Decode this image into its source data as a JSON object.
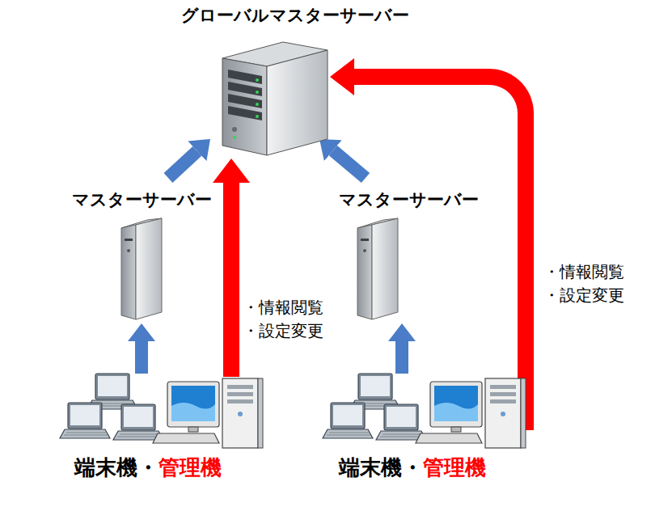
{
  "diagram": {
    "nodes": [
      {
        "text": [
          "グローバルマスターサーバー"
        ]
      },
      {
        "text": [
          "マスターサーバー"
        ]
      },
      {
        "text": [
          "マスターサーバー"
        ]
      },
      {
        "text": [
          "端末機・",
          "管理機"
        ]
      },
      {
        "text": [
          "端末機・",
          "管理機"
        ]
      }
    ],
    "edges": [
      {
        "from": 1,
        "to": 0,
        "arrow": "to"
      },
      {
        "from": 2,
        "to": 0,
        "arrow": "to"
      },
      {
        "from": 3,
        "to": 1,
        "arrow": "to"
      },
      {
        "from": 4,
        "to": 2,
        "arrow": "to"
      },
      {
        "from": 3,
        "to": 0,
        "arrow": "to",
        "label": "・情報閲覧 ・設定変更"
      },
      {
        "from": 4,
        "to": 0,
        "arrow": "to",
        "label": "・情報閲覧 ・設定変更"
      }
    ]
  }
}
